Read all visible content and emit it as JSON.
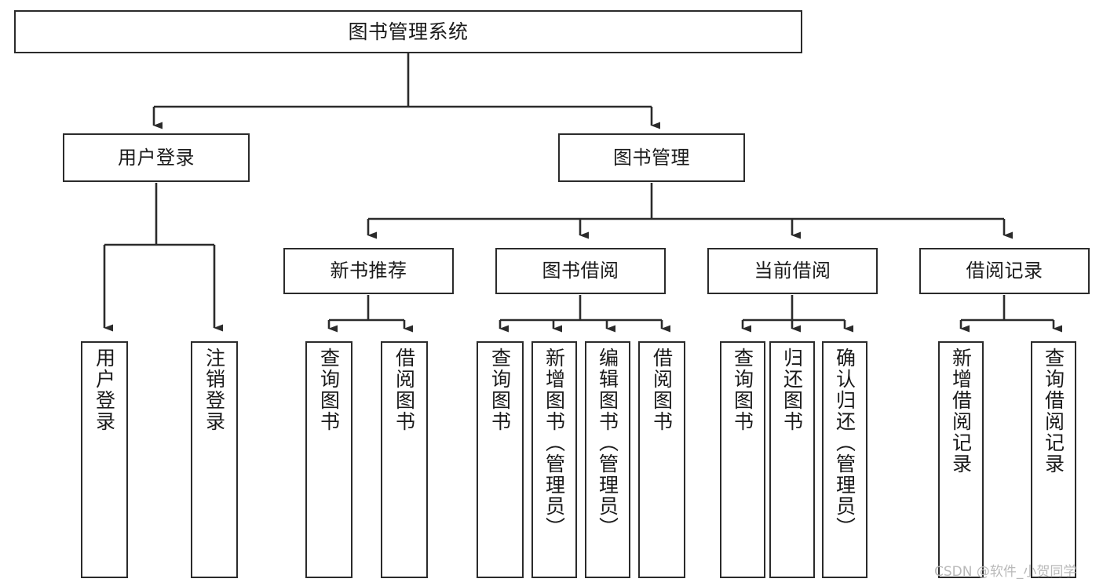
{
  "diagram": {
    "type": "tree",
    "title": "图书管理系统",
    "orientation": "top-down",
    "colors": {
      "background": "#ffffff",
      "node_border": "#2b2b2b",
      "node_fill": "#ffffff",
      "edge": "#2b2b2b",
      "text": "#1a1a1a",
      "watermark": "#b9b9b9"
    },
    "root": {
      "label": "图书管理系统"
    },
    "level2": [
      {
        "label": "用户登录"
      },
      {
        "label": "图书管理"
      }
    ],
    "level3": [
      {
        "label": "新书推荐"
      },
      {
        "label": "图书借阅"
      },
      {
        "label": "当前借阅"
      },
      {
        "label": "借阅记录"
      }
    ],
    "leaves": {
      "user_login": [
        {
          "label": "用户登录"
        },
        {
          "label": "注销登录"
        }
      ],
      "new_book": [
        {
          "label": "查询图书"
        },
        {
          "label": "借阅图书"
        }
      ],
      "book_borrow": [
        {
          "label": "查询图书"
        },
        {
          "label": "新增图书（管理员）"
        },
        {
          "label": "编辑图书（管理员）"
        },
        {
          "label": "借阅图书"
        }
      ],
      "current_borrow": [
        {
          "label": "查询图书"
        },
        {
          "label": "归还图书"
        },
        {
          "label": "确认归还（管理员）"
        }
      ],
      "borrow_record": [
        {
          "label": "新增借阅记录"
        },
        {
          "label": "查询借阅记录"
        }
      ]
    }
  },
  "watermark": {
    "text": "CSDN @软件_小贺同学"
  }
}
